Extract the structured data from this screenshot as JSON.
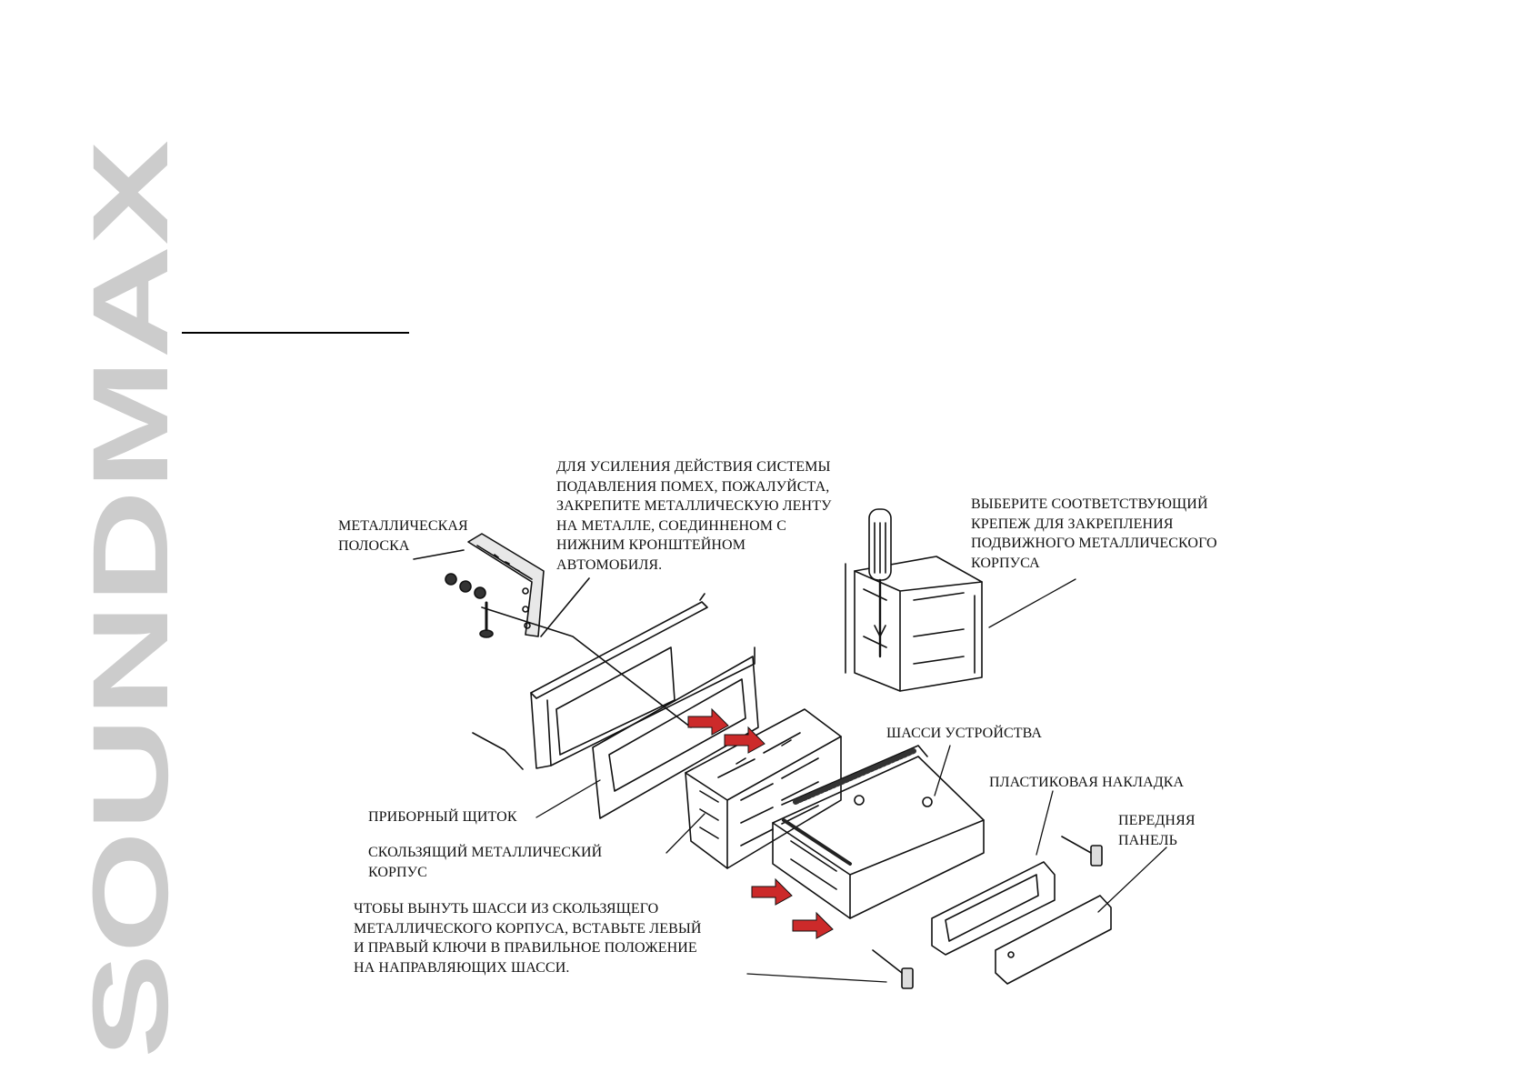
{
  "brand": {
    "logo_text": "SOUNDMAX",
    "color": "#cccccc"
  },
  "accent_color": "#cc2a2a",
  "labels": {
    "strip": [
      "МЕТАЛЛИЧЕСКАЯ",
      "ПОЛОСКА"
    ],
    "interference": [
      "ДЛЯ УСИЛЕНИЯ ДЕЙСТВИЯ СИСТЕМЫ",
      "ПОДАВЛЕНИЯ ПОМЕХ, ПОЖАЛУЙСТА,",
      "ЗАКРЕПИТЕ МЕТАЛЛИЧЕСКУЮ ЛЕНТУ",
      "НА МЕТАЛЛЕ, СОЕДИННЕНОМ С",
      "НИЖНИМ КРОНШТЕЙНОМ",
      "АВТОМОБИЛЯ."
    ],
    "fastener": [
      "ВЫБЕРИТЕ СООТВЕТСТВУЮЩИЙ",
      "КРЕПЕЖ ДЛЯ ЗАКРЕПЛЕНИЯ",
      "ПОДВИЖНОГО МЕТАЛЛИЧЕСКОГО",
      "КОРПУСА"
    ],
    "chassis": [
      "ШАССИ УСТРОЙСТВА"
    ],
    "trim": [
      "ПЛАСТИКОВАЯ НАКЛАДКА"
    ],
    "front_panel": [
      "ПЕРЕДНЯЯ",
      "ПАНЕЛЬ"
    ],
    "dashboard": [
      "ПРИБОРНЫЙ ЩИТОК"
    ],
    "sleeve": [
      "СКОЛЬЗЯЩИЙ МЕТАЛЛИЧЕСКИЙ",
      "КОРПУС"
    ],
    "removal": [
      "ЧТОБЫ ВЫНУТЬ ШАССИ ИЗ СКОЛЬЗЯЩЕГО",
      "МЕТАЛЛИЧЕСКОГО КОРПУСА, ВСТАВЬТЕ ЛЕВЫЙ",
      "И ПРАВЫЙ КЛЮЧИ В ПРАВИЛЬНОЕ ПОЛОЖЕНИЕ",
      "НА НАПРАВЛЯЮЩИХ ШАССИ."
    ]
  }
}
